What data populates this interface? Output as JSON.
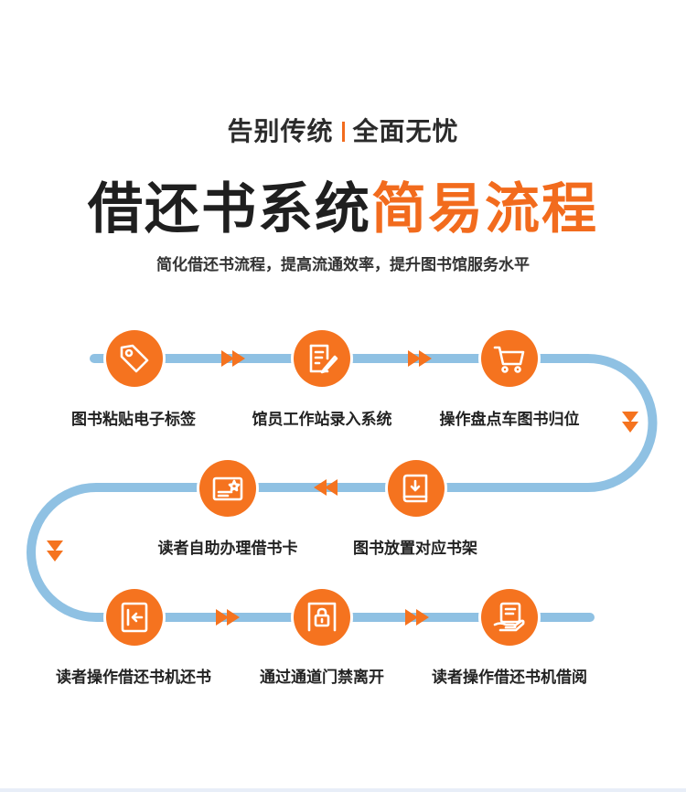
{
  "header": {
    "eyebrow_left": "告别传统",
    "eyebrow_right": "全面无忧",
    "title_main": "借还书系统",
    "title_accent": "简易流程",
    "subtitle": "简化借还书流程，提高流通效率，提升图书馆服务水平"
  },
  "colors": {
    "accent": "#f26b1d",
    "path": "#8fc1e3",
    "arrow": "#f5731f"
  },
  "steps": [
    {
      "label": "图书粘贴电子标签",
      "icon": "tag-icon"
    },
    {
      "label": "馆员工作站录入系统",
      "icon": "edit-document-icon"
    },
    {
      "label": "操作盘点车图书归位",
      "icon": "cart-icon"
    },
    {
      "label": "图书放置对应书架",
      "icon": "book-icon"
    },
    {
      "label": "读者自助办理借书卡",
      "icon": "card-icon"
    },
    {
      "label": "读者操作借还书机还书",
      "icon": "return-machine-icon"
    },
    {
      "label": "通过通道门禁离开",
      "icon": "lock-gate-icon"
    },
    {
      "label": "读者操作借还书机借阅",
      "icon": "borrow-hand-icon"
    }
  ]
}
